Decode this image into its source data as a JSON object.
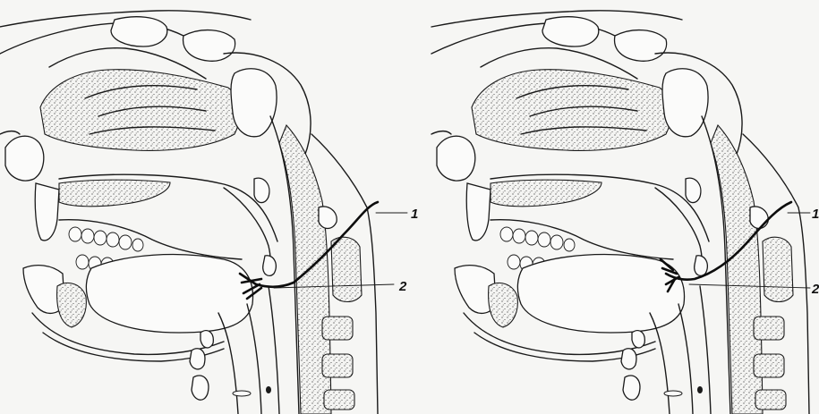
{
  "panels": [
    {
      "id": "left",
      "callouts": [
        {
          "label": "1"
        },
        {
          "label": "2"
        }
      ]
    },
    {
      "id": "right",
      "callouts": [
        {
          "label": "1"
        },
        {
          "label": "2"
        }
      ]
    }
  ]
}
